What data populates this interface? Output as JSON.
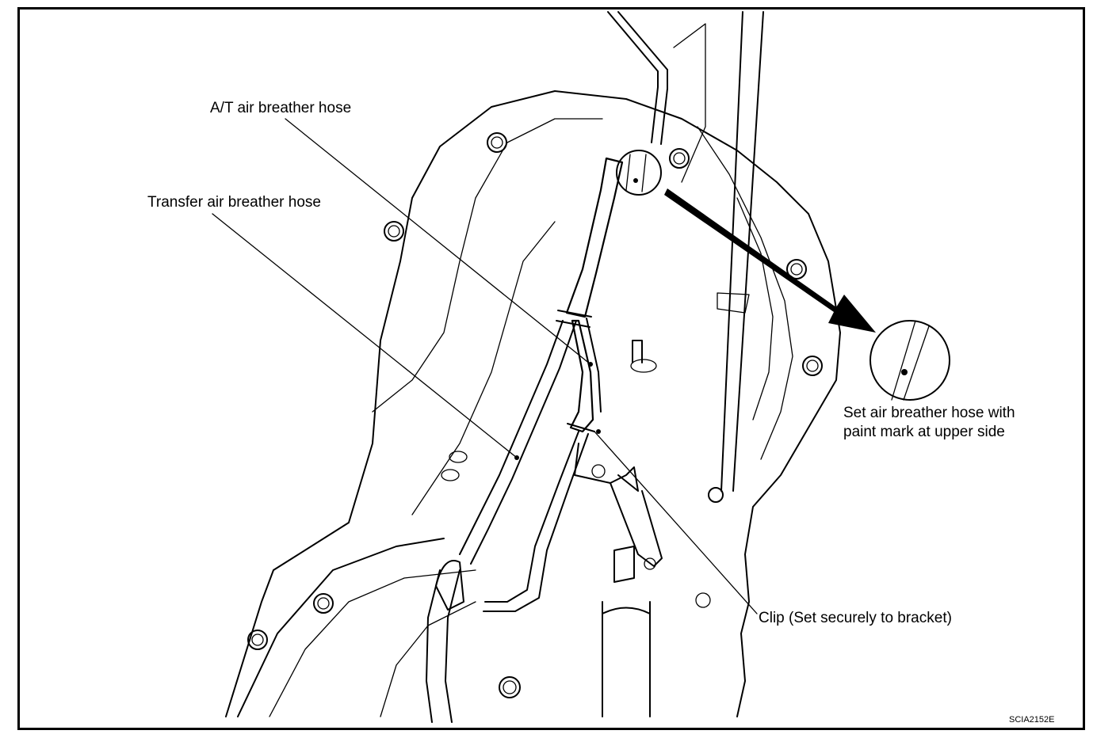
{
  "labels": {
    "at_hose": "A/T air breather hose",
    "transfer_hose": "Transfer air breather hose",
    "set_line1": "Set air breather hose with",
    "set_line2": "paint mark at upper side",
    "clip": "Clip (Set securely to bracket)",
    "figure_code": "SCIA2152E"
  },
  "colors": {
    "line": "#000000",
    "background": "#ffffff"
  }
}
